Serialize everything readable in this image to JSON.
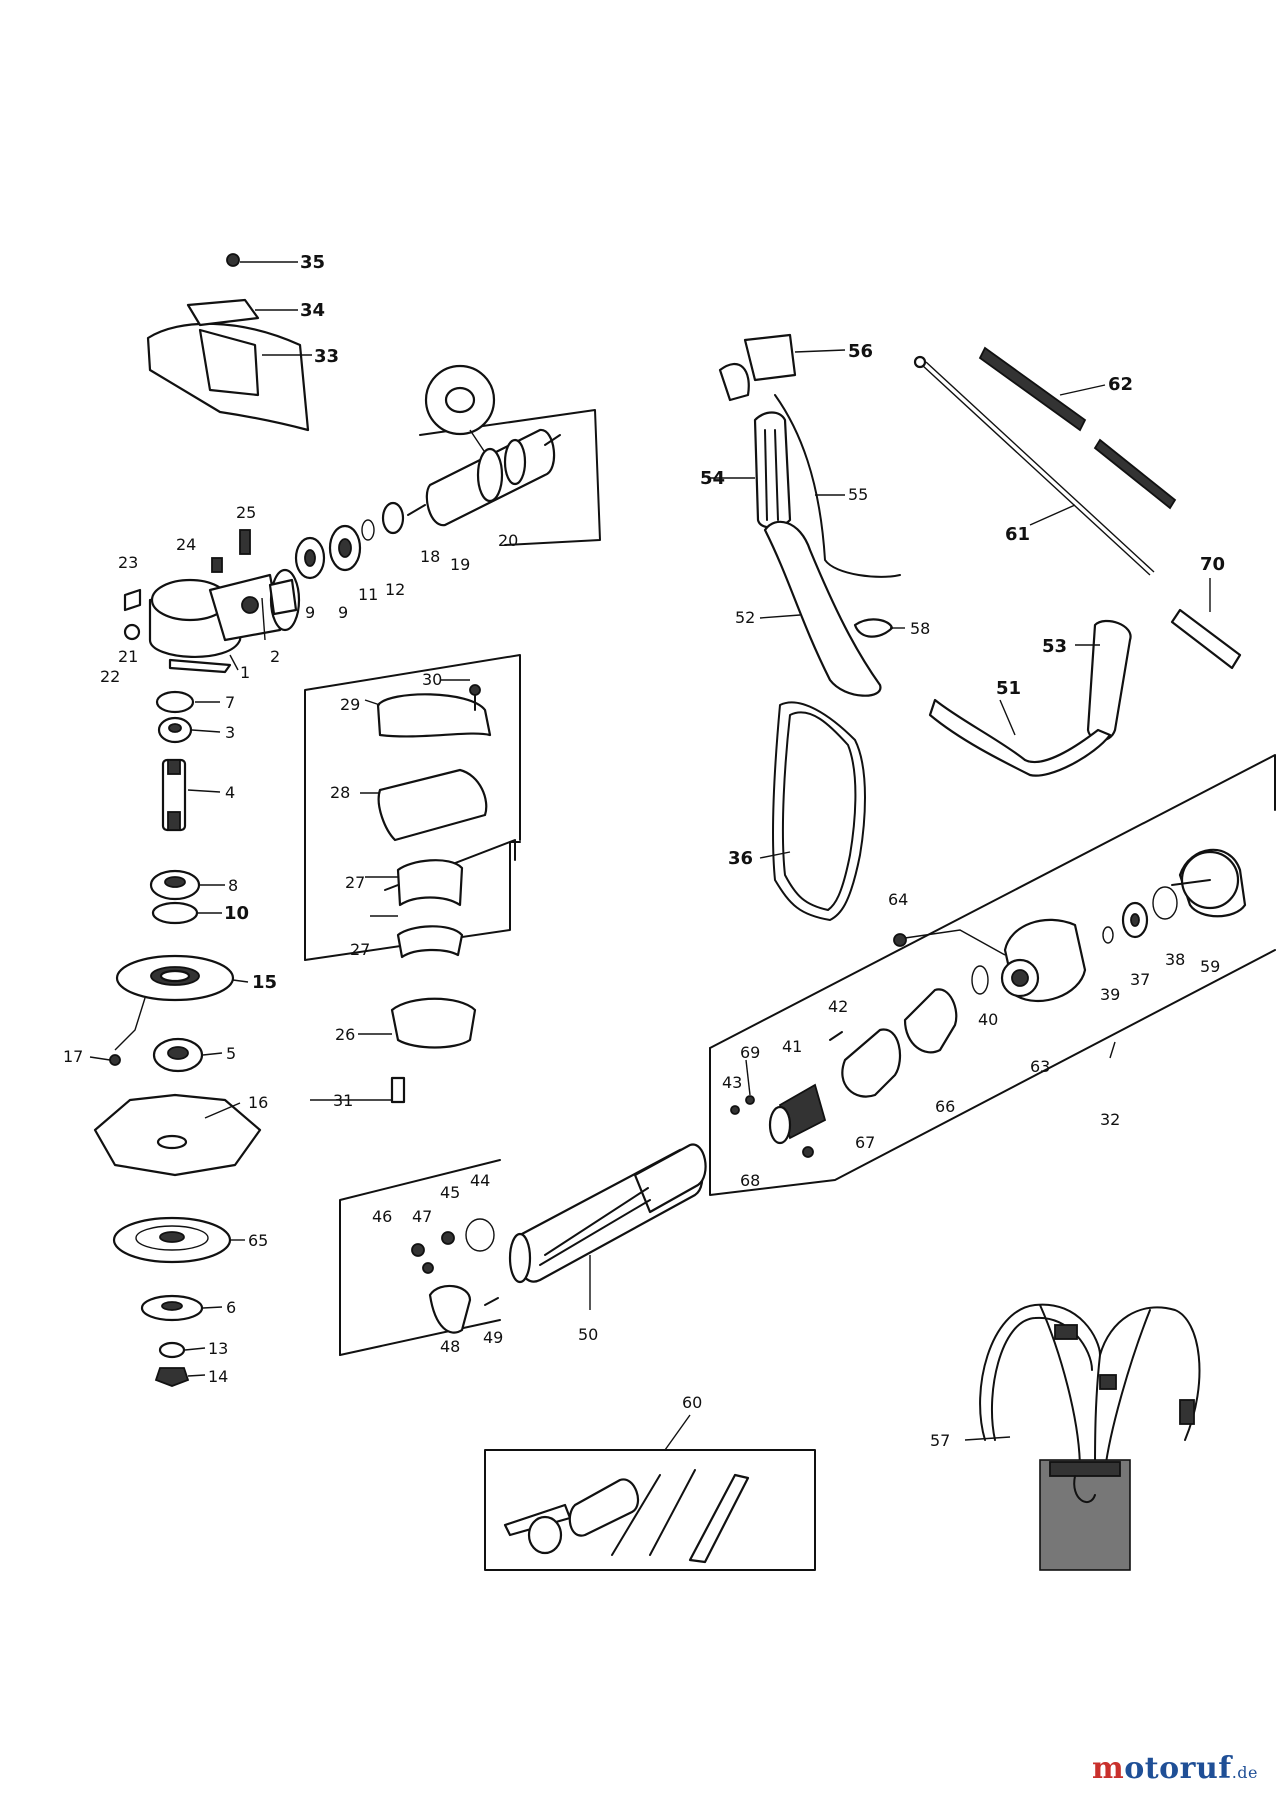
{
  "labels": {
    "p35": "35",
    "p34": "34",
    "p33": "33",
    "p25": "25",
    "p24": "24",
    "p23": "23",
    "p22": "22",
    "p21": "21",
    "p1": "1",
    "p2": "2",
    "p9a": "9",
    "p9b": "9",
    "p11": "11",
    "p12": "12",
    "p18": "18",
    "p19": "19",
    "p20": "20",
    "p7": "7",
    "p3": "3",
    "p4": "4",
    "p8": "8",
    "p10": "10",
    "p15": "15",
    "p17": "17",
    "p5": "5",
    "p16": "16",
    "p65": "65",
    "p6": "6",
    "p13": "13",
    "p14": "14",
    "p30": "30",
    "p29": "29",
    "p28": "28",
    "p27a": "27",
    "p27b": "27",
    "p26": "26",
    "p31": "31",
    "p56": "56",
    "p54": "54",
    "p55": "55",
    "p52": "52",
    "p58": "58",
    "p62": "62",
    "p61": "61",
    "p70": "70",
    "p53": "53",
    "p51": "51",
    "p36": "36",
    "p64": "64",
    "p59": "59",
    "p38": "38",
    "p37": "37",
    "p39": "39",
    "p40": "40",
    "p63": "63",
    "p66": "66",
    "p42": "42",
    "p69": "69",
    "p41": "41",
    "p43": "43",
    "p67": "67",
    "p68": "68",
    "p32": "32",
    "p46": "46",
    "p47": "47",
    "p45": "45",
    "p44": "44",
    "p48": "48",
    "p49": "49",
    "p50": "50",
    "p60": "60",
    "p57": "57"
  },
  "logo": {
    "brand_m": "m",
    "brand_rest": "otoruf",
    "tld": ".de"
  },
  "colors": {
    "line": "#111111",
    "logo_blue": "#1f4f96",
    "logo_red": "#c9302c",
    "background": "#ffffff"
  }
}
